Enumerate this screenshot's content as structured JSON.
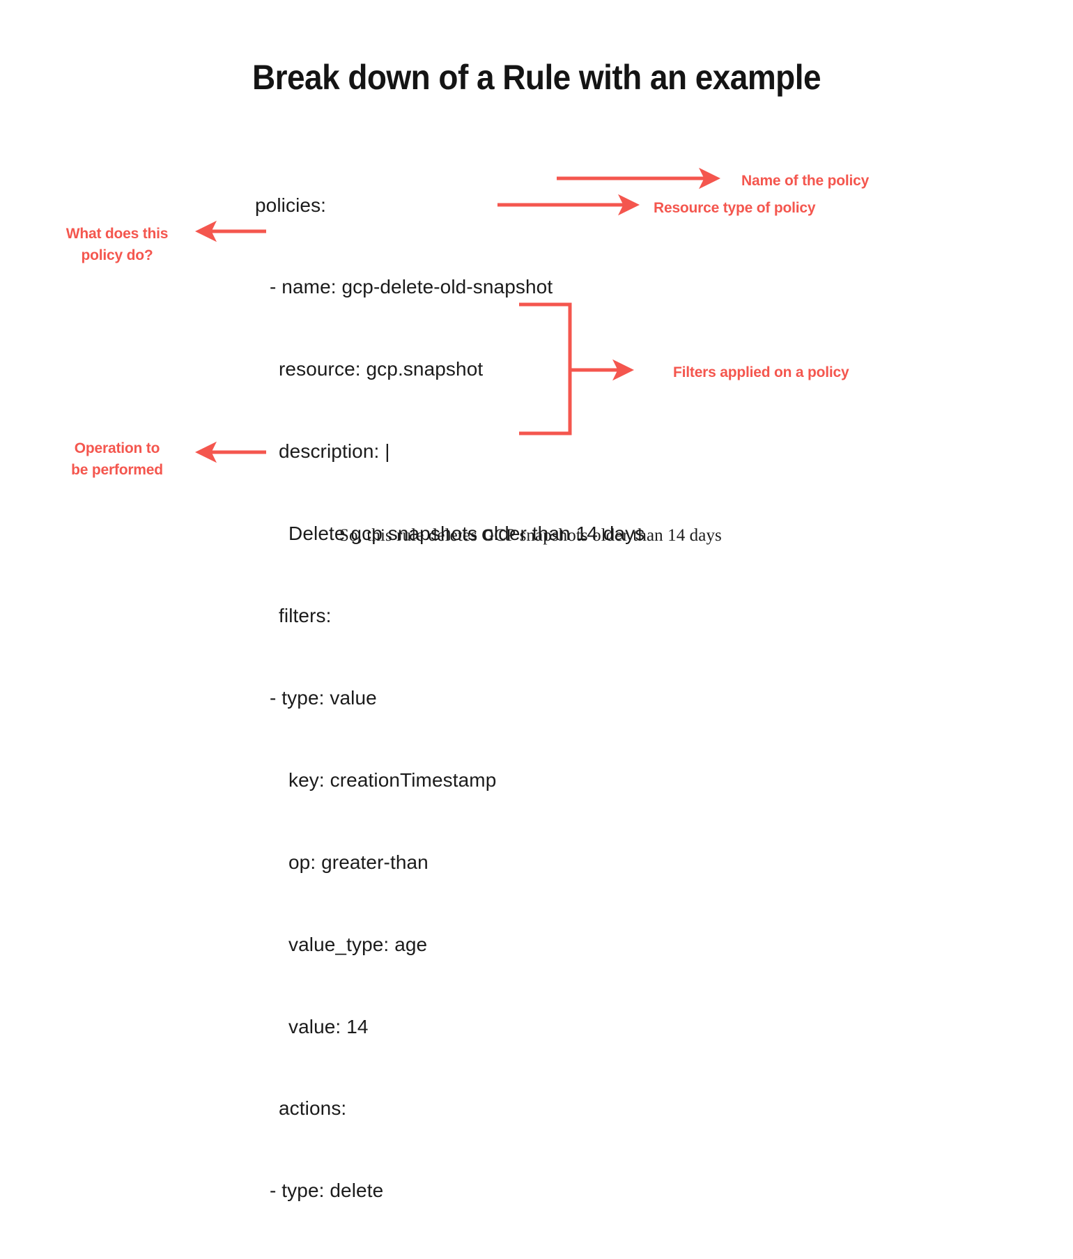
{
  "page": {
    "title": "Break down of a Rule with an example",
    "background_color": "#ffffff",
    "text_color": "#1b1b1b",
    "accent_color": "#f4564e"
  },
  "yaml": {
    "lines": [
      "policies:",
      "- name: gcp-delete-old-snapshot",
      "resource: gcp.snapshot",
      "description: |",
      "Delete gcp snapshots older than 14 days",
      "filters:",
      "- type: value",
      "key: creationTimestamp",
      "op: greater-than",
      "value_type: age",
      "value: 14",
      "actions:",
      "- type: delete"
    ]
  },
  "annotations": {
    "name_of_policy": "Name of the policy",
    "resource_type": "Resource type of policy",
    "filters_applied": "Filters applied on a policy",
    "what_does_policy_do": "What does this\npolicy do?",
    "operation_performed": "Operation to\nbe performed"
  },
  "caption": {
    "text": "So, this rule deletes GCP snapshots older than 14 days"
  }
}
